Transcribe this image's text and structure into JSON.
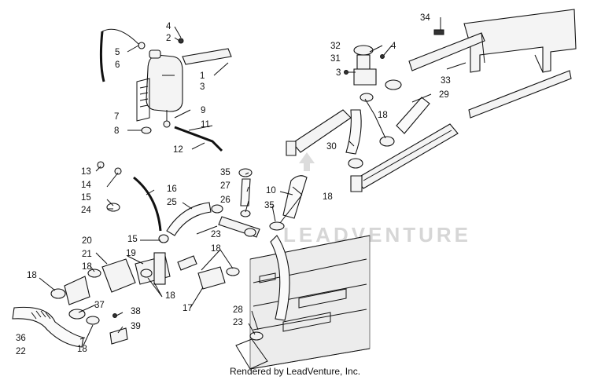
{
  "diagram": {
    "watermark": "LEADVENTURE",
    "credit": "Rendered by LeadVenture, Inc.",
    "callouts": [
      {
        "id": "c34",
        "label": "34"
      },
      {
        "id": "c4a",
        "label": "4"
      },
      {
        "id": "c2",
        "label": "2"
      },
      {
        "id": "c5",
        "label": "5"
      },
      {
        "id": "c6",
        "label": "6"
      },
      {
        "id": "c1",
        "label": "1"
      },
      {
        "id": "c3a",
        "label": "3"
      },
      {
        "id": "c7",
        "label": "7"
      },
      {
        "id": "c9",
        "label": "9"
      },
      {
        "id": "c8",
        "label": "8"
      },
      {
        "id": "c11",
        "label": "11"
      },
      {
        "id": "c12",
        "label": "12"
      },
      {
        "id": "c32",
        "label": "32"
      },
      {
        "id": "c4b",
        "label": "4"
      },
      {
        "id": "c31",
        "label": "31"
      },
      {
        "id": "c3b",
        "label": "3"
      },
      {
        "id": "c33",
        "label": "33"
      },
      {
        "id": "c29",
        "label": "29"
      },
      {
        "id": "c18a",
        "label": "18"
      },
      {
        "id": "c30",
        "label": "30"
      },
      {
        "id": "c13",
        "label": "13"
      },
      {
        "id": "c14",
        "label": "14"
      },
      {
        "id": "c15a",
        "label": "15"
      },
      {
        "id": "c24",
        "label": "24"
      },
      {
        "id": "c16",
        "label": "16"
      },
      {
        "id": "c25",
        "label": "25"
      },
      {
        "id": "c35a",
        "label": "35"
      },
      {
        "id": "c27",
        "label": "27"
      },
      {
        "id": "c26",
        "label": "26"
      },
      {
        "id": "c10",
        "label": "10"
      },
      {
        "id": "c35b",
        "label": "35"
      },
      {
        "id": "c18b",
        "label": "18"
      },
      {
        "id": "c23a",
        "label": "23"
      },
      {
        "id": "c15b",
        "label": "15"
      },
      {
        "id": "c20",
        "label": "20"
      },
      {
        "id": "c21",
        "label": "21"
      },
      {
        "id": "c19",
        "label": "19"
      },
      {
        "id": "c18c",
        "label": "18"
      },
      {
        "id": "c18d",
        "label": "18"
      },
      {
        "id": "c18e",
        "label": "18"
      },
      {
        "id": "c18f",
        "label": "18"
      },
      {
        "id": "c17",
        "label": "17"
      },
      {
        "id": "c37",
        "label": "37"
      },
      {
        "id": "c38",
        "label": "38"
      },
      {
        "id": "c39",
        "label": "39"
      },
      {
        "id": "c36",
        "label": "36"
      },
      {
        "id": "c22",
        "label": "22"
      },
      {
        "id": "c18g",
        "label": "18"
      },
      {
        "id": "c28",
        "label": "28"
      },
      {
        "id": "c23b",
        "label": "23"
      }
    ]
  }
}
